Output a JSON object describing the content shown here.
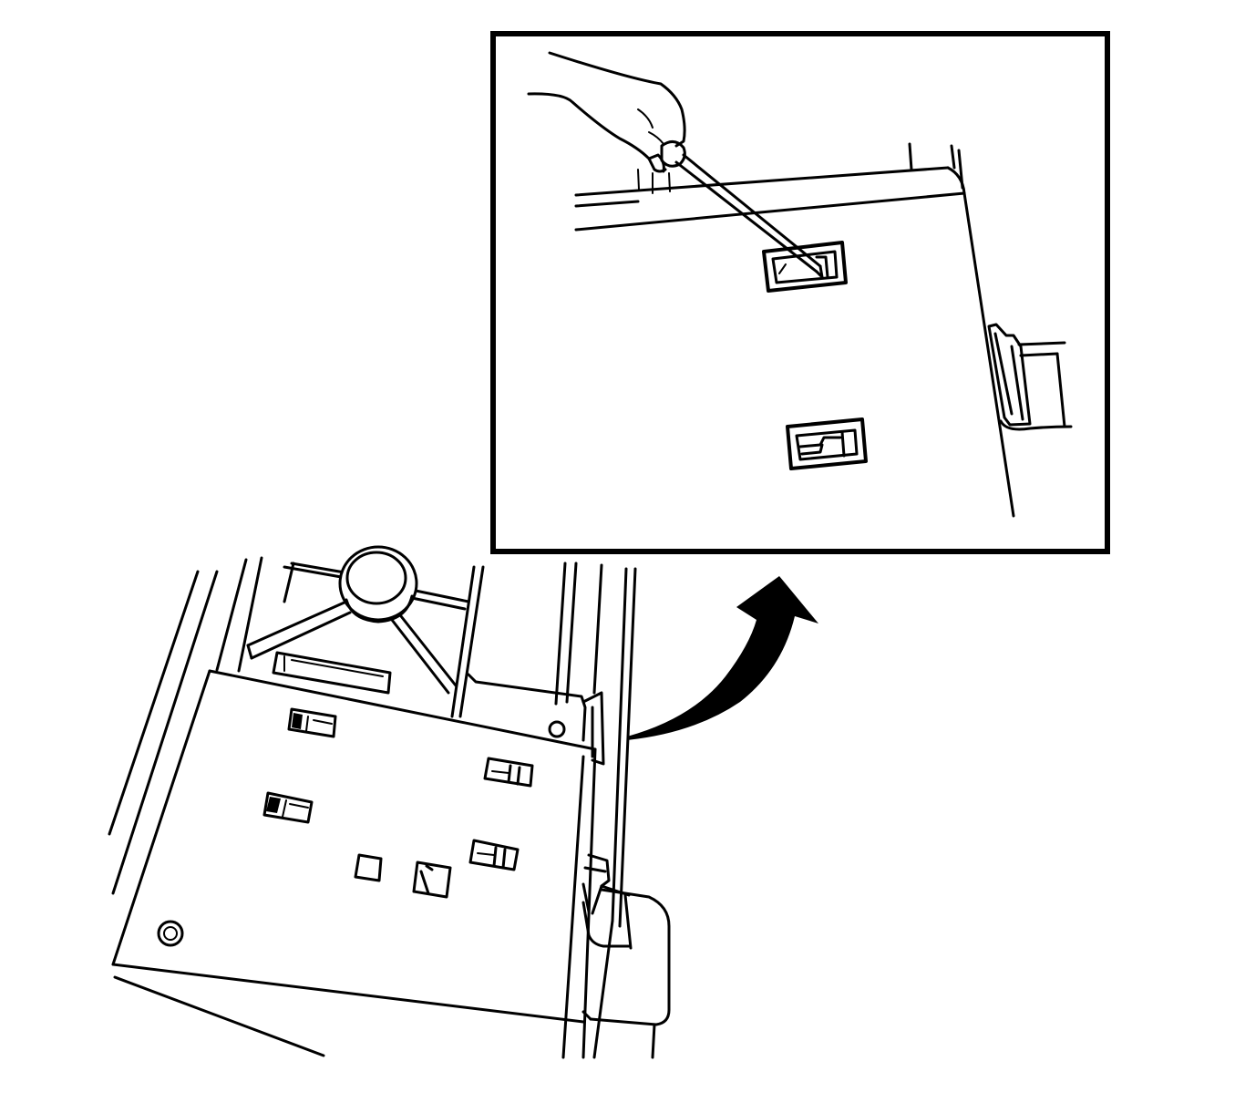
{
  "figure": {
    "type": "service-procedure-illustration",
    "views": [
      "main-view",
      "detail-inset"
    ],
    "callout": "curved-arrow-to-inset",
    "colors": {
      "ink": "#000000",
      "paper": "#ffffff"
    }
  }
}
